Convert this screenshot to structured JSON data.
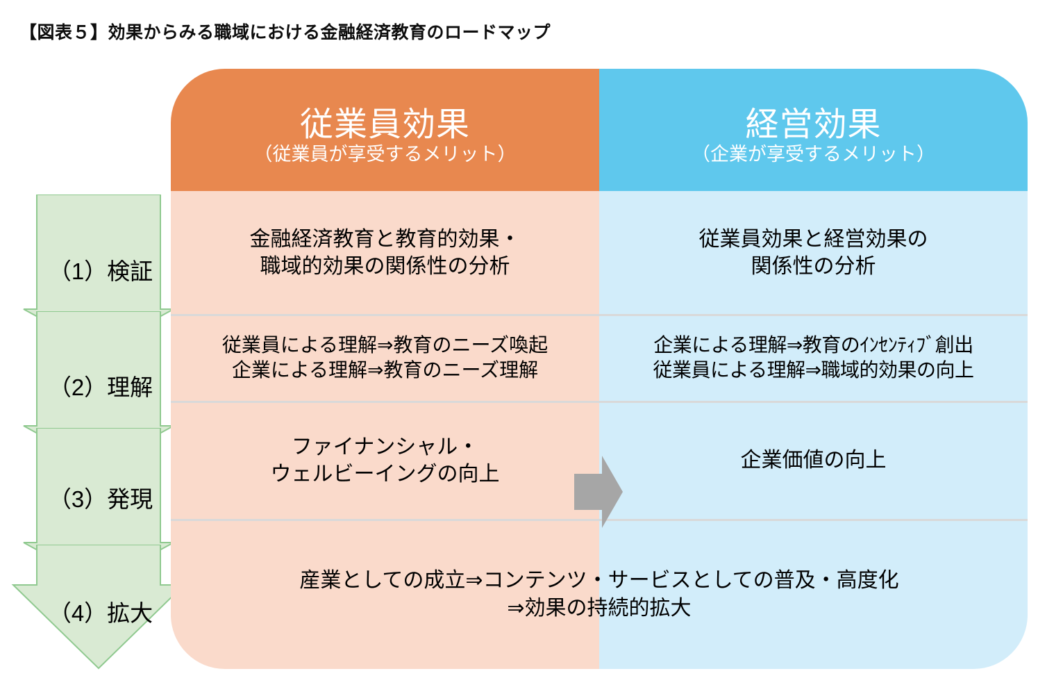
{
  "title": "【図表５】効果からみる職域における金融経済教育のロードマップ",
  "colors": {
    "header_left": "#E8884F",
    "header_right": "#5FC8ED",
    "body_left": "#FADACB",
    "body_right": "#D2EDFA",
    "stage_arrow_fill": "#D9EAD3",
    "stage_arrow_stroke": "#8FC98F",
    "transition_arrow": "#A6A6A6",
    "row_separator": "#D9D9D9",
    "text": "#000000",
    "header_text": "#FFFFFF"
  },
  "columns": [
    {
      "id": "employee",
      "title": "従業員効果",
      "subtitle": "（従業員が享受するメリット）"
    },
    {
      "id": "management",
      "title": "経営効果",
      "subtitle": "（企業が享受するメリット）"
    }
  ],
  "stages": [
    {
      "number": "(1)",
      "label": "（1）検証"
    },
    {
      "number": "(2)",
      "label": "（2）理解"
    },
    {
      "number": "(3)",
      "label": "（3）発現"
    },
    {
      "number": "(4)",
      "label": "（4）拡大"
    }
  ],
  "rows": [
    {
      "stage": "（1）検証",
      "left": "金融経済教育と教育的効果・\n職域的効果の関係性の分析",
      "right": "従業員効果と経営効果の\n関係性の分析"
    },
    {
      "stage": "（2）理解",
      "left": "従業員による理解⇒教育のニーズ喚起\n企業による理解⇒教育のニーズ理解",
      "right": "企業による理解⇒教育のｲﾝｾﾝﾃｨﾌﾞ創出\n従業員による理解⇒職域的効果の向上"
    },
    {
      "stage": "（3）発現",
      "left": "ファイナンシャル・\nウェルビーイングの向上",
      "right": "企業価値の向上",
      "connector": "right-arrow"
    },
    {
      "stage": "（4）拡大",
      "spanning": "産業としての成立⇒コンテンツ・サービスとしての普及・高度化\n⇒効果の持続的拡大"
    }
  ]
}
